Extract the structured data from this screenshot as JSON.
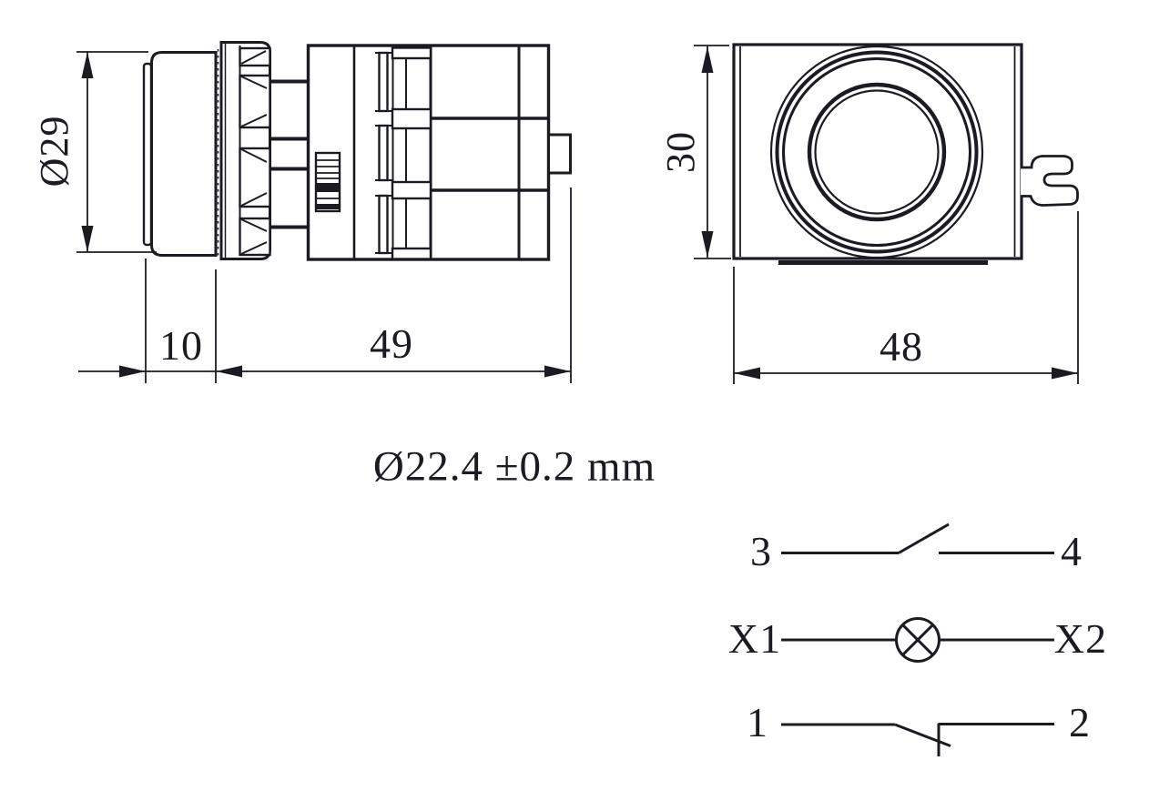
{
  "drawing": {
    "side_view": {
      "diameter_label": "Ø29",
      "head_length_label": "10",
      "body_length_label": "49"
    },
    "front_view": {
      "height_label": "30",
      "width_label": "48"
    },
    "mounting_hole_note": "Ø22.4 ±0.2 mm",
    "schematic": {
      "no_contact_left_terminal": "3",
      "no_contact_right_terminal": "4",
      "lamp_left_terminal": "X1",
      "lamp_right_terminal": "X2",
      "nc_contact_left_terminal": "1",
      "nc_contact_right_terminal": "2"
    },
    "colors": {
      "ink": "#1b1b24",
      "background": "#ffffff"
    }
  }
}
